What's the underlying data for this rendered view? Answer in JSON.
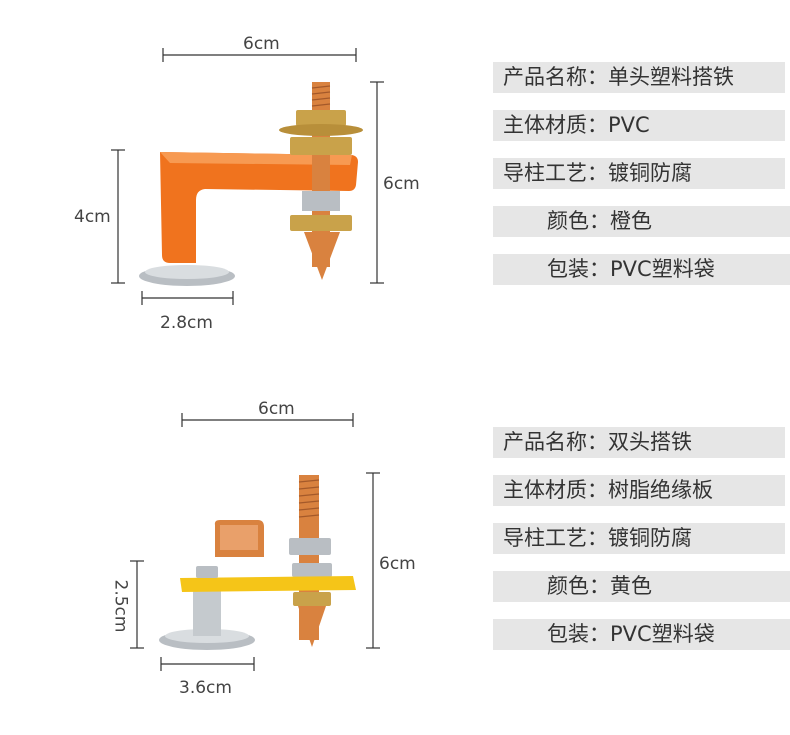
{
  "product_1": {
    "dims": {
      "width": "6cm",
      "height": "6cm",
      "body_height": "4cm",
      "base": "2.8cm"
    },
    "specs": [
      {
        "label": "产品名称：",
        "value": "单头塑料搭铁"
      },
      {
        "label": "主体材质：",
        "value": "PVC"
      },
      {
        "label": "导柱工艺：",
        "value": "镀铜防腐"
      },
      {
        "label": "颜色：",
        "value": "橙色"
      },
      {
        "label": "包装：",
        "value": "PVC塑料袋"
      }
    ],
    "color": "#f0731e"
  },
  "product_2": {
    "dims": {
      "width": "6cm",
      "height": "6cm",
      "body_height": "2.5cm",
      "base": "3.6cm"
    },
    "specs": [
      {
        "label": "产品名称：",
        "value": "双头搭铁"
      },
      {
        "label": "主体材质：",
        "value": "树脂绝缘板"
      },
      {
        "label": "导柱工艺：",
        "value": "镀铜防腐"
      },
      {
        "label": "颜色：",
        "value": "黄色"
      },
      {
        "label": "包装：",
        "value": "PVC塑料袋"
      }
    ],
    "color": "#f5c518"
  },
  "colors": {
    "spec_bg": "#e6e6e6",
    "copper": "#d9823f",
    "brass": "#c9a24a",
    "steel": "#c8ccd0"
  }
}
